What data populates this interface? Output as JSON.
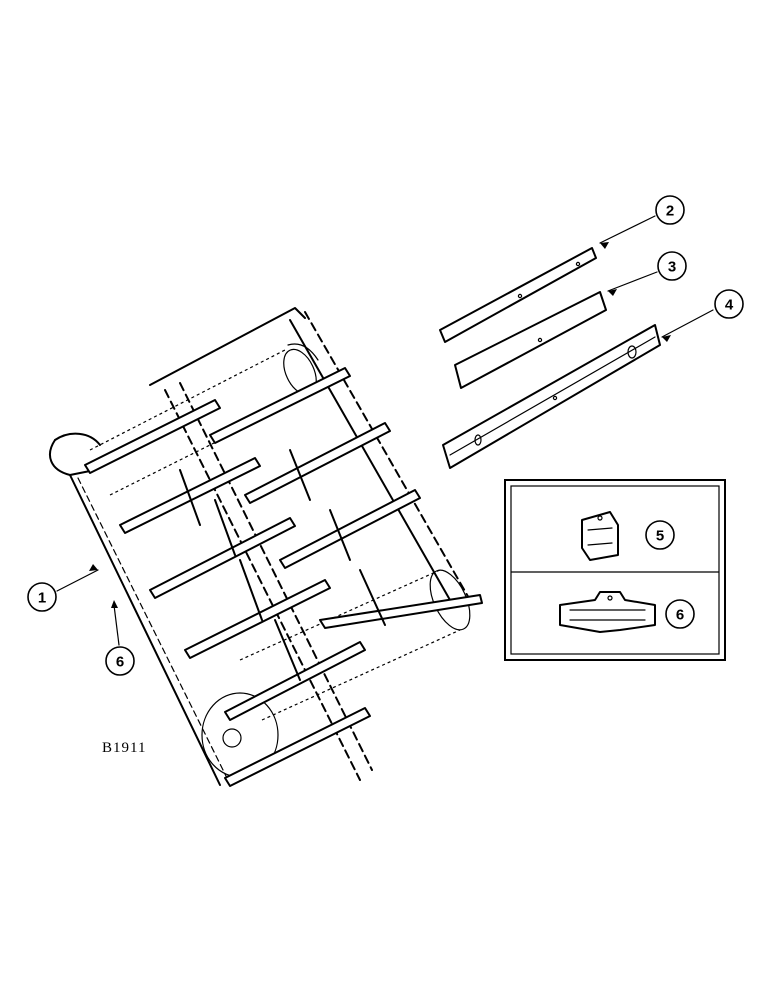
{
  "figure_label": "B1911",
  "callouts": [
    {
      "id": "c1",
      "number": "1"
    },
    {
      "id": "c2",
      "number": "2"
    },
    {
      "id": "c3",
      "number": "3"
    },
    {
      "id": "c4",
      "number": "4"
    },
    {
      "id": "c5",
      "number": "5"
    },
    {
      "id": "c6a",
      "number": "6"
    },
    {
      "id": "c6b",
      "number": "6"
    }
  ]
}
